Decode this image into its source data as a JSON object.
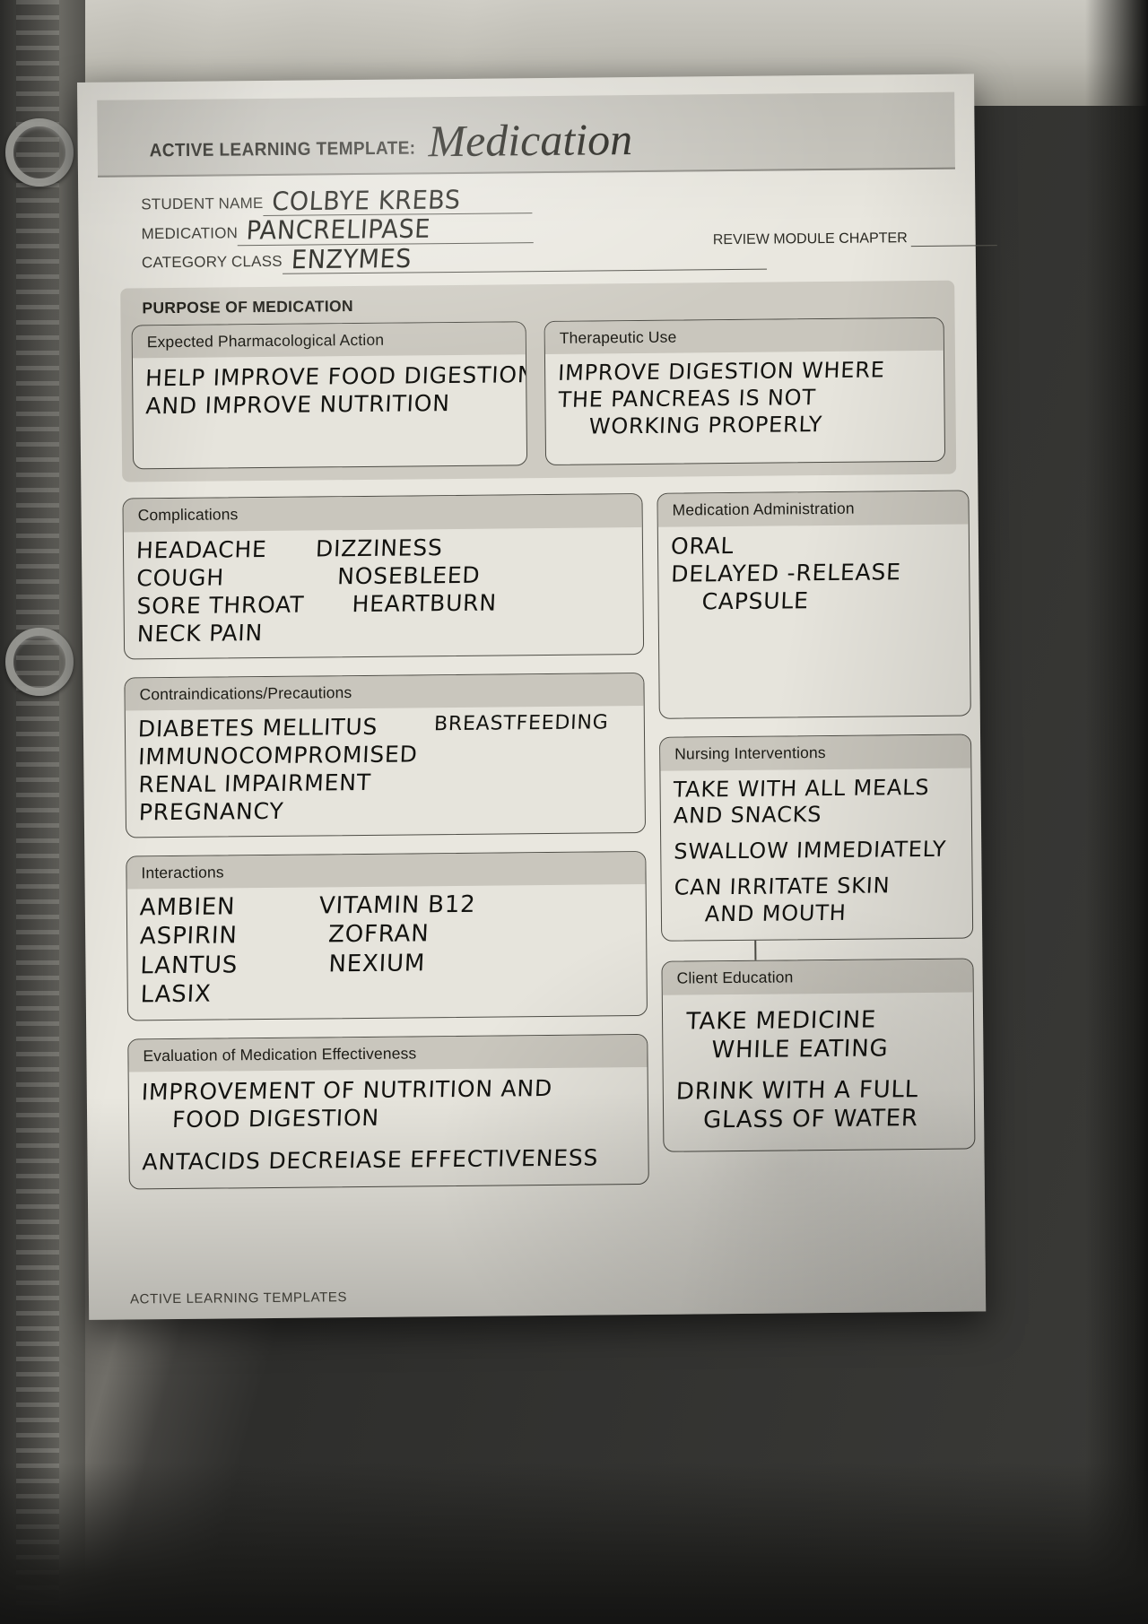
{
  "header": {
    "template_label": "ACTIVE LEARNING TEMPLATE:",
    "template_title": "Medication"
  },
  "fields": {
    "student_name_label": "STUDENT NAME",
    "student_name_value": "COLBYE KREBS",
    "medication_label": "MEDICATION",
    "medication_value": "PANCRELIPASE",
    "category_class_label": "CATEGORY CLASS",
    "category_class_value": "ENZYMES",
    "review_module_chapter_label": "REVIEW MODULE CHAPTER",
    "review_module_chapter_value": ""
  },
  "purpose": {
    "section_title": "PURPOSE OF MEDICATION",
    "expected_action": {
      "title": "Expected Pharmacological Action",
      "lines": [
        "HELP IMPROVE FOOD DIGESTION",
        "AND IMPROVE NUTRITION"
      ]
    },
    "therapeutic_use": {
      "title": "Therapeutic Use",
      "lines": [
        "IMPROVE DIGESTION WHERE",
        "THE PANCREAS IS NOT",
        "WORKING PROPERLY"
      ]
    }
  },
  "complications": {
    "title": "Complications",
    "rows": [
      {
        "left": "HEADACHE",
        "right": "DIZZINESS"
      },
      {
        "left": "COUGH",
        "right": "NOSEBLEED"
      },
      {
        "left": "SORE THROAT",
        "right": "HEARTBURN"
      },
      {
        "left": "NECK PAIN",
        "right": ""
      }
    ]
  },
  "medication_administration": {
    "title": "Medication Administration",
    "lines": [
      "ORAL",
      "DELAYED -RELEASE",
      "CAPSULE"
    ]
  },
  "contraindications": {
    "title": "Contraindications/Precautions",
    "rows": [
      {
        "left": "DIABETES MELLITUS",
        "right": "BREASTFEEDING"
      },
      {
        "left": "IMMUNOCOMPROMISED",
        "right": ""
      },
      {
        "left": "RENAL IMPAIRMENT",
        "right": ""
      },
      {
        "left": "PREGNANCY",
        "right": ""
      }
    ]
  },
  "nursing_interventions": {
    "title": "Nursing Interventions",
    "lines": [
      "TAKE WITH ALL MEALS",
      "AND SNACKS",
      "SWALLOW IMMEDIATELY",
      "CAN IRRITATE SKIN",
      "AND MOUTH"
    ]
  },
  "interactions": {
    "title": "Interactions",
    "rows": [
      {
        "left": "AMBIEN",
        "right": "VITAMIN B12"
      },
      {
        "left": "ASPIRIN",
        "right": "ZOFRAN"
      },
      {
        "left": "LANTUS",
        "right": "NEXIUM"
      },
      {
        "left": "LASIX",
        "right": ""
      }
    ]
  },
  "evaluation": {
    "title": "Evaluation of Medication Effectiveness",
    "lines": [
      "IMPROVEMENT OF NUTRITION AND",
      "FOOD DIGESTION",
      "ANTACIDS DECREIASE EFFECTIVENESS"
    ]
  },
  "client_education": {
    "title": "Client Education",
    "lines": [
      "TAKE MEDICINE",
      "WHILE EATING",
      "DRINK WITH A FULL",
      "GLASS OF WATER"
    ]
  },
  "footer": {
    "text": "ACTIVE LEARNING TEMPLATES"
  }
}
